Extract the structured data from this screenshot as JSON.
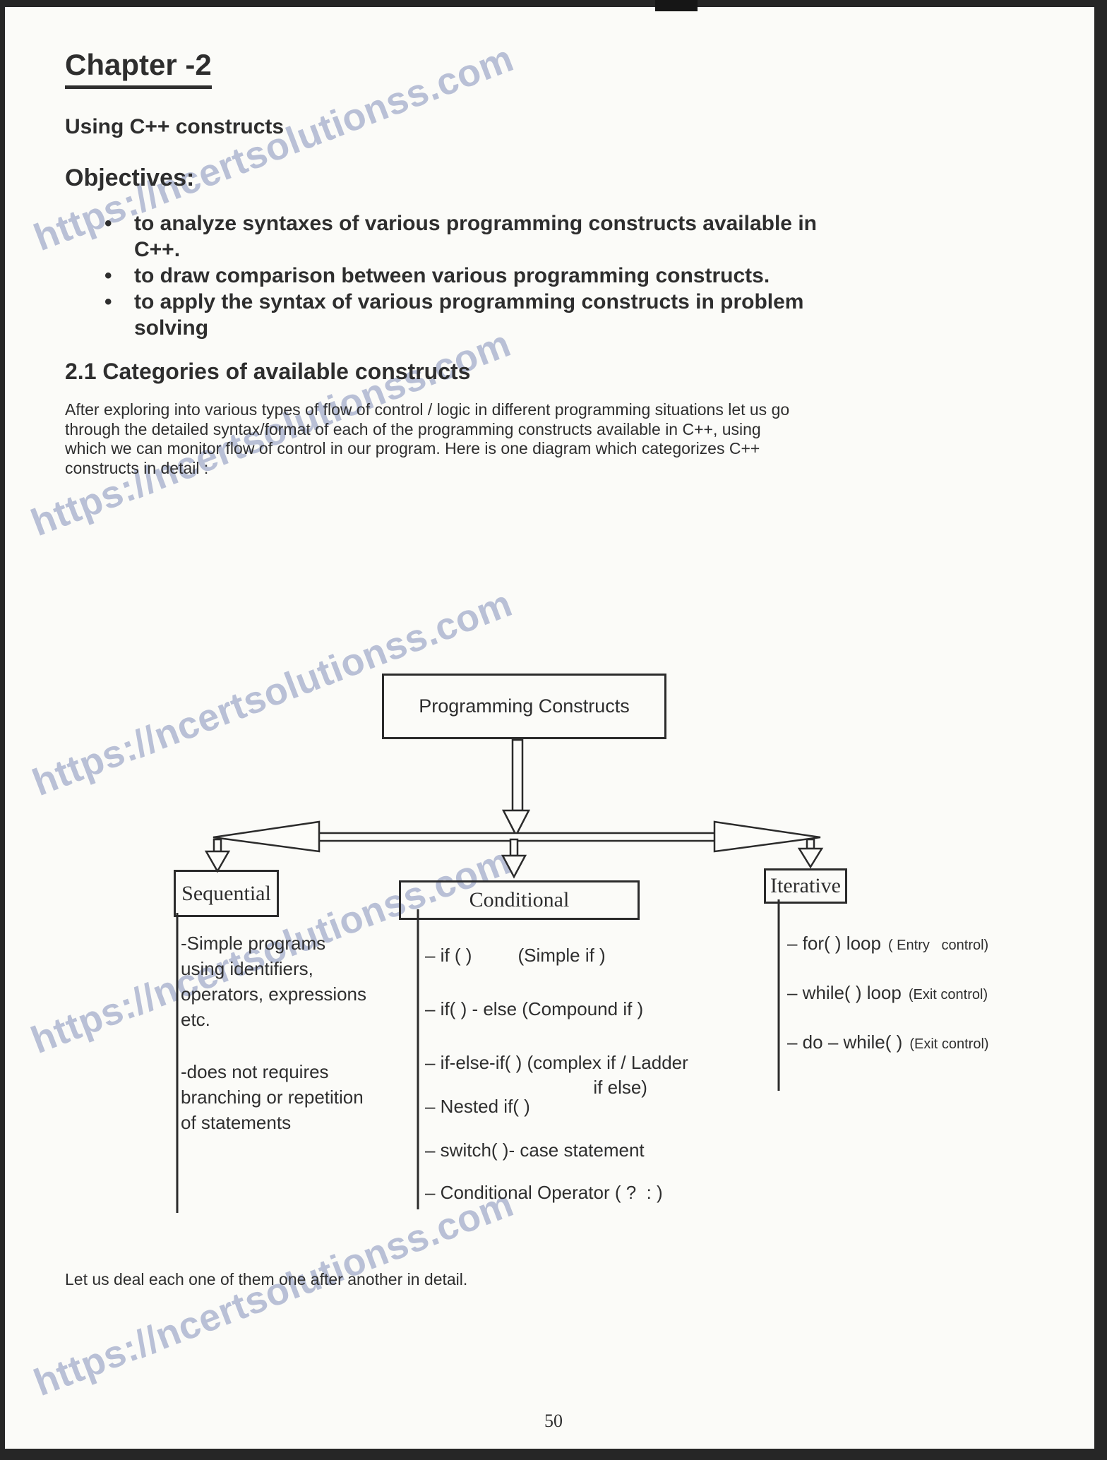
{
  "page": {
    "chapter_title": "Chapter -2",
    "subtitle": "Using C++ constructs",
    "objectives_heading": "Objectives:",
    "bullet_char": "•",
    "objectives": [
      {
        "text": "to analyze syntaxes of various programming constructs available in\nC++."
      },
      {
        "text": "to draw comparison between various programming constructs."
      },
      {
        "text": "to apply the syntax of various programming constructs in problem\nsolving"
      }
    ],
    "section_heading": "2.1 Categories of available constructs",
    "intro_paragraph": "After exploring into various types of flow of control / logic in different programming situations let us go\nthrough the detailed syntax/format of each of the programming constructs available in C++, using\nwhich we can monitor flow of control in our program. Here is one diagram which categorizes C++\nconstructs in detail :",
    "closing_line": "Let us deal each one of them one after another in detail.",
    "page_number": "50",
    "watermark": {
      "text": "https://ncertsolutionss.com",
      "color": "#a9b2ce"
    },
    "frame_color": "#262626",
    "ink_color": "#2e2e2e"
  },
  "diagram": {
    "root_label": "Programming Constructs",
    "branches": [
      {
        "label": "Sequential",
        "items": [
          {
            "text": "-Simple programs\nusing identifiers,\noperators, expressions\netc."
          },
          {
            "text": "-does not requires\nbranching or repetition\nof statements"
          }
        ]
      },
      {
        "label": "Conditional",
        "items": [
          {
            "text": "– if ( )         (Simple if )"
          },
          {
            "text": "– if( ) - else (Compound if )"
          },
          {
            "text": "– if-else-if( ) (complex if / Ladder\n                                 if else)"
          },
          {
            "text": "– Nested if( )"
          },
          {
            "text": "– switch( )- case statement"
          },
          {
            "text": "– Conditional Operator ( ?  : )"
          }
        ]
      },
      {
        "label": "Iterative",
        "items": [
          {
            "main": "– for( ) loop",
            "note": "( Entry   control)"
          },
          {
            "main": "– while( ) loop",
            "note": "(Exit control)"
          },
          {
            "main": "– do – while( )",
            "note": "(Exit control)"
          }
        ]
      }
    ]
  }
}
